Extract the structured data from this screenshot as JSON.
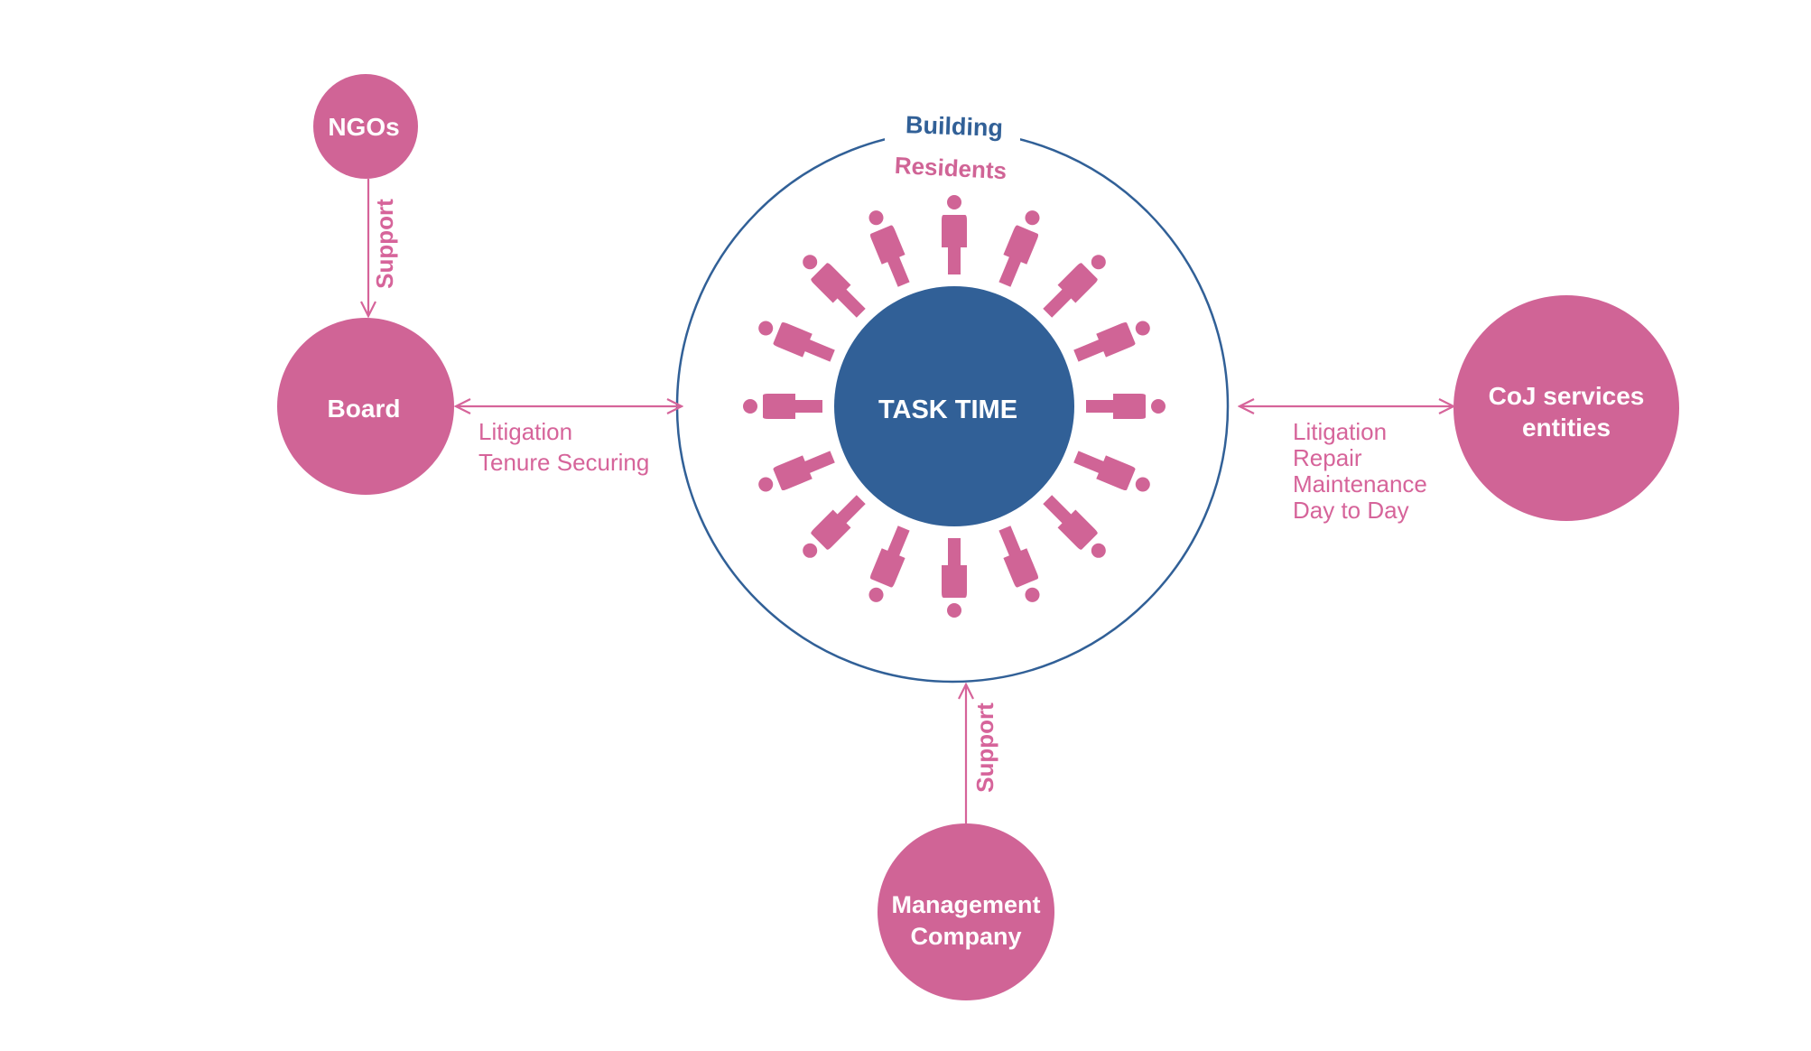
{
  "colors": {
    "pink": "#d06496",
    "blue": "#316097",
    "line_pink": "#d6649a",
    "white": "#ffffff"
  },
  "building": {
    "label": "Building",
    "residents_label": "Residents",
    "core_label": "TASK TIME",
    "resident_icon": "person-icon",
    "resident_count": 16
  },
  "nodes": {
    "ngos": {
      "label": "NGOs"
    },
    "board": {
      "label": "Board"
    },
    "coj": {
      "line1": "CoJ services",
      "line2": "entities"
    },
    "management": {
      "line1": "Management",
      "line2": "Company"
    }
  },
  "edges": {
    "ngos_board": {
      "label": "Support"
    },
    "board_building": {
      "line1": "Litigation",
      "line2": "Tenure Securing"
    },
    "coj_building": {
      "line1": "Litigation",
      "line2": "Repair",
      "line3": "Maintenance",
      "line4": "Day to Day"
    },
    "management_building": {
      "label": "Support"
    }
  }
}
